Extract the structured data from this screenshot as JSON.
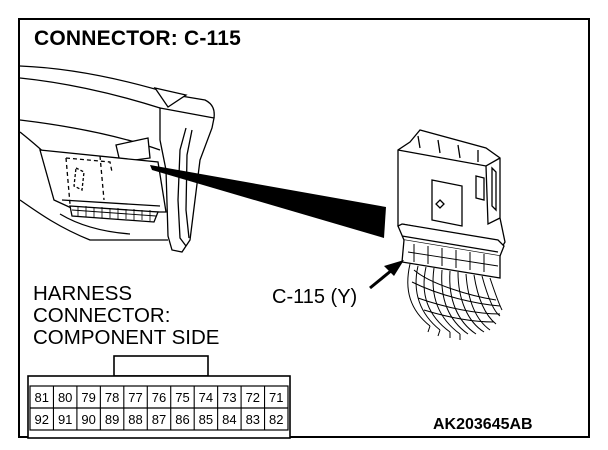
{
  "title": "CONNECTOR: C-115",
  "harness_label": {
    "line1": "HARNESS",
    "line2": "CONNECTOR:",
    "line3": "COMPONENT SIDE"
  },
  "callout": "C-115 (Y)",
  "reference_code": "AK203645AB",
  "pins": {
    "top_row": [
      "81",
      "80",
      "79",
      "78",
      "77",
      "76",
      "75",
      "74",
      "73",
      "72",
      "71"
    ],
    "bottom_row": [
      "92",
      "91",
      "90",
      "89",
      "88",
      "87",
      "86",
      "85",
      "84",
      "83",
      "82"
    ]
  }
}
